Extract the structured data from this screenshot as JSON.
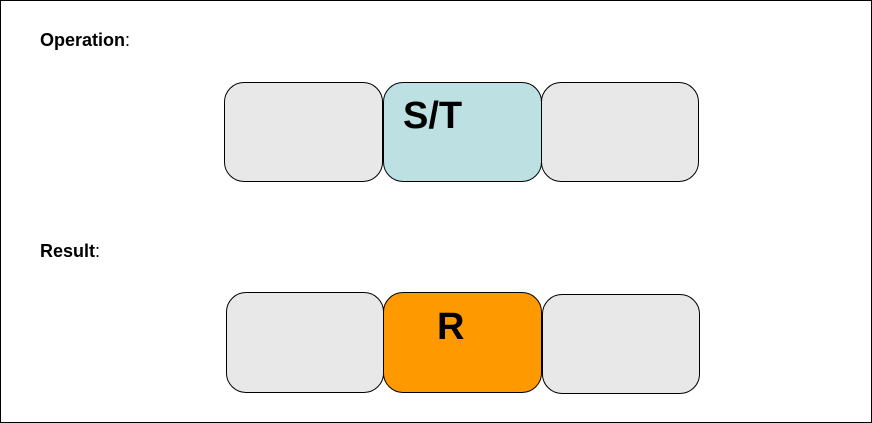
{
  "operation": {
    "label": "Operation",
    "suffix": ":",
    "cells": [
      {
        "text": "",
        "fill": "#e8e8e8"
      },
      {
        "text": "S/T",
        "fill": "#bde0e2"
      },
      {
        "text": "",
        "fill": "#e8e8e8"
      }
    ]
  },
  "result": {
    "label": "Result",
    "suffix": ":",
    "cells": [
      {
        "text": "",
        "fill": "#e8e8e8"
      },
      {
        "text": "R",
        "fill": "#ff9900"
      },
      {
        "text": "",
        "fill": "#e8e8e8"
      }
    ]
  }
}
